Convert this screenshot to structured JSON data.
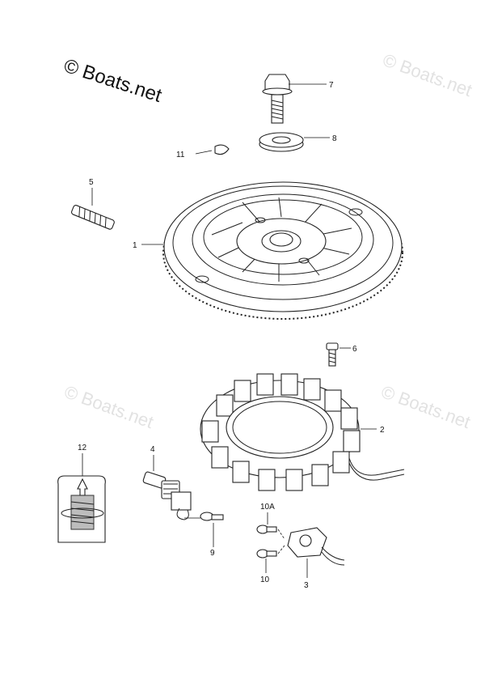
{
  "brand": {
    "symbol": "©",
    "text": "Boats.net"
  },
  "watermark": {
    "text": "© Boats.net"
  },
  "callouts": {
    "p1": "1",
    "p2": "2",
    "p3": "3",
    "p4": "4",
    "p5": "5",
    "p6": "6",
    "p7": "7",
    "p8": "8",
    "p9": "9",
    "p10": "10",
    "p10a": "10A",
    "p11": "11",
    "p12": "12"
  }
}
